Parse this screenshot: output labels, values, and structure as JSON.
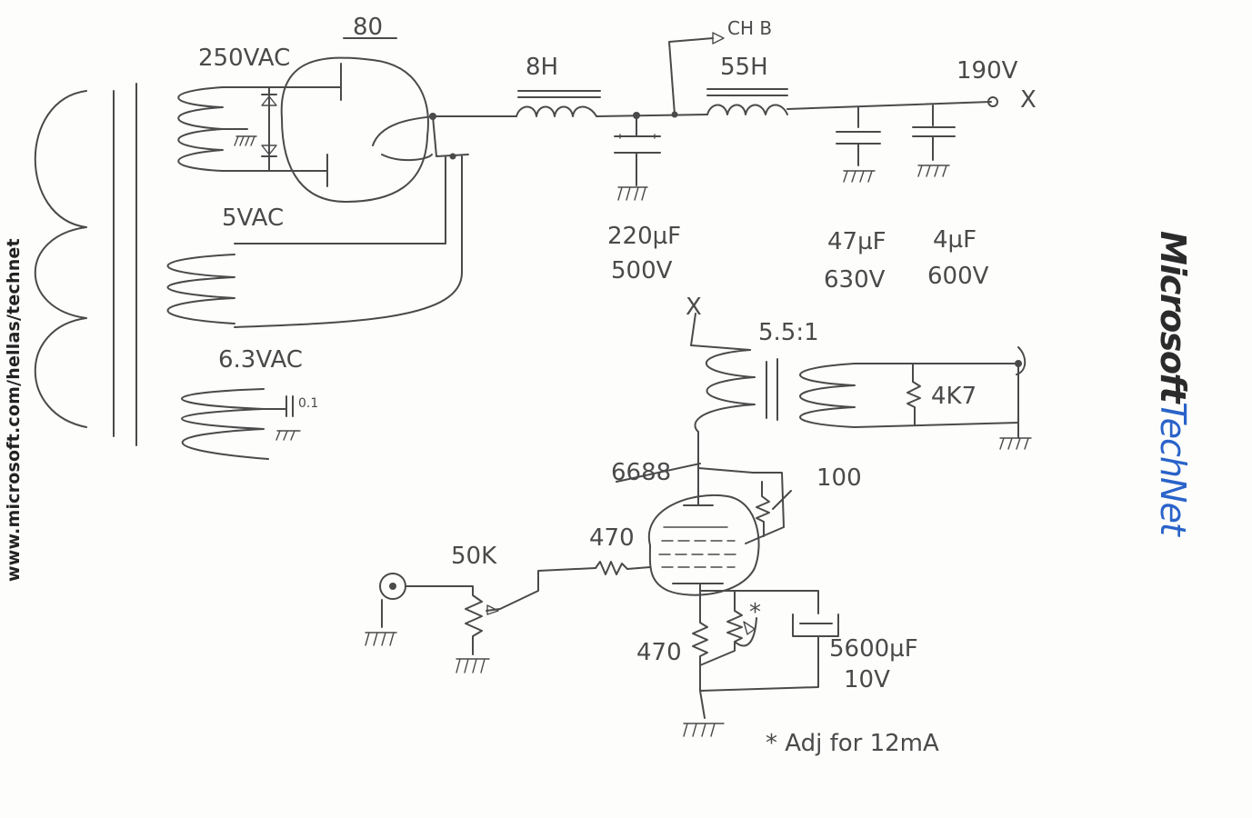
{
  "watermark": {
    "url": "www.microsoft.com/hellas/technet",
    "brand_part1": "Microsoft",
    "brand_part2": "TechNet",
    "brand_color": "#2a63c9"
  },
  "power_supply": {
    "rectifier_tube": "80",
    "hv_winding": "250VAC",
    "filament_5v": "5VAC",
    "filament_6v3": "6.3VAC",
    "bypass_cap": "0.1",
    "choke_1": "8H",
    "choke_2": "55H",
    "channel_b": "CH B",
    "b_plus": "190V",
    "cap_1_value": "220µF",
    "cap_1_voltage": "500V",
    "cap_2_value": "47µF",
    "cap_2_voltage": "630V",
    "cap_3_value": "4µF",
    "cap_3_voltage": "600V",
    "x_mark": "X"
  },
  "amplifier": {
    "x_mark": "X",
    "transformer_ratio": "5.5:1",
    "load_resistor": "4K7",
    "output_tube": "6688",
    "screen_resistor": "100",
    "grid_stopper": "470",
    "volume_pot": "50K",
    "cathode_resistor": "470",
    "cathode_cap_value": "5600µF",
    "cathode_cap_voltage": "10V",
    "adjust_mark": "*",
    "adjust_note": "* Adj for 12mA"
  },
  "colors": {
    "pencil": "#4a4a4a",
    "paper": "#fdfdfc"
  }
}
